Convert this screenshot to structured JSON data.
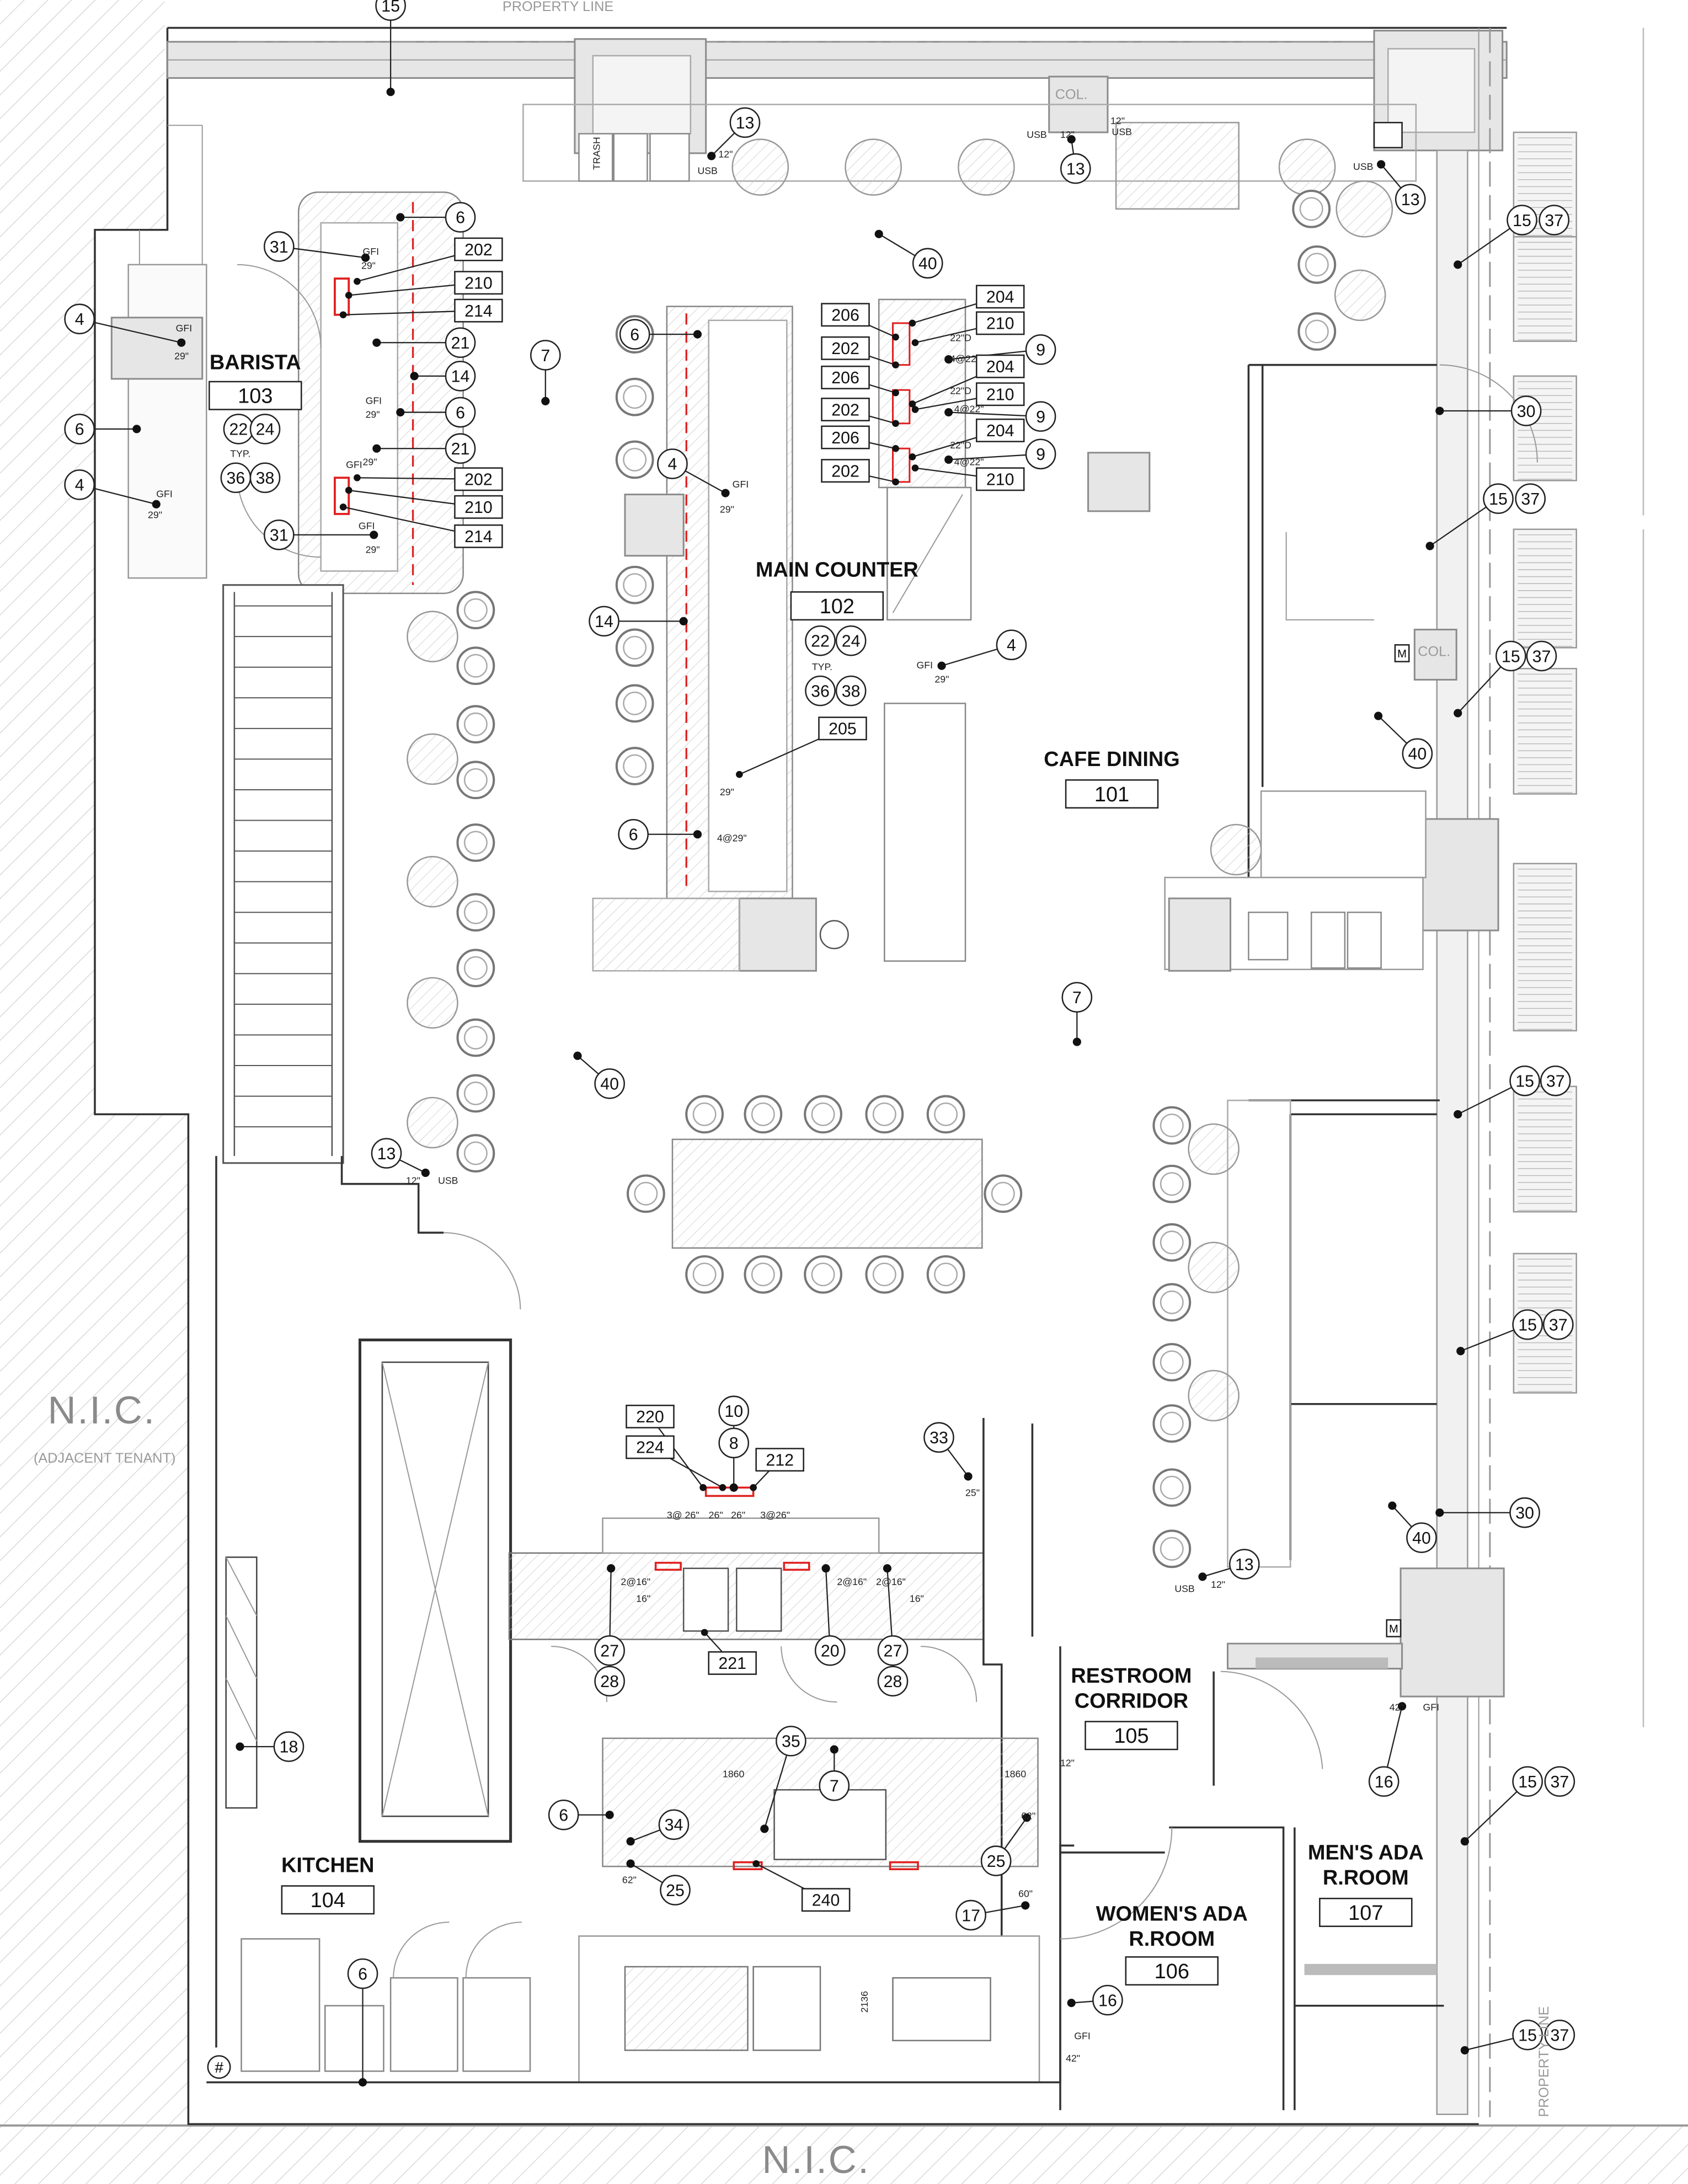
{
  "labels": {
    "property_line_top": "PROPERTY LINE",
    "property_line_right": "PROPERTY LINE",
    "nic_left": "N.I.C.",
    "adjacent_tenant": "(ADJACENT TENANT)",
    "nic_bottom": "N.I.C.",
    "col_1": "COL.",
    "col_2": "COL.",
    "trash": "TRASH",
    "typ": "TYP.",
    "hash_mark": "#",
    "dim_1860": "1860",
    "dim_2136": "2136",
    "meter": "M"
  },
  "rooms": [
    {
      "name": [
        "BARISTA"
      ],
      "number": "103"
    },
    {
      "name": [
        "MAIN COUNTER"
      ],
      "number": "102"
    },
    {
      "name": [
        "CAFE DINING"
      ],
      "number": "101"
    },
    {
      "name": [
        "KITCHEN"
      ],
      "number": "104"
    },
    {
      "name": [
        "RESTROOM",
        "CORRIDOR"
      ],
      "number": "105"
    },
    {
      "name": [
        "WOMEN'S ADA",
        "R.ROOM"
      ],
      "number": "106"
    },
    {
      "name": [
        "MEN'S ADA",
        "R.ROOM"
      ],
      "number": "107"
    }
  ],
  "circle_tags": [
    "15",
    "13",
    "13",
    "13",
    "6",
    "31",
    "40",
    "4",
    "6",
    "21",
    "9",
    "7",
    "14",
    "15",
    "37",
    "6",
    "9",
    "30",
    "6",
    "22",
    "24",
    "21",
    "9",
    "36",
    "38",
    "4",
    "4",
    "15",
    "37",
    "31",
    "14",
    "22",
    "24",
    "4",
    "15",
    "37",
    "36",
    "38",
    "40",
    "6",
    "7",
    "40",
    "15",
    "37",
    "13",
    "15",
    "37",
    "10",
    "8",
    "33",
    "30",
    "40",
    "13",
    "27",
    "28",
    "20",
    "27",
    "28",
    "18",
    "35",
    "7",
    "15",
    "37",
    "16",
    "6",
    "34",
    "25",
    "25",
    "17",
    "6",
    "16",
    "15",
    "37"
  ],
  "box_tags": [
    "202",
    "210",
    "214",
    "202",
    "210",
    "214",
    "204",
    "206",
    "210",
    "202",
    "206",
    "204",
    "210",
    "202",
    "206",
    "204",
    "202",
    "210",
    "205",
    "220",
    "224",
    "212",
    "221",
    "240"
  ],
  "notes": [
    "GFI",
    "29\"",
    "USB",
    "12\"",
    "USB",
    "12\"",
    "USB",
    "12\"",
    "USB",
    "GFI",
    "29\"",
    "GFI",
    "29\"",
    "GFI",
    "29\"",
    "GFI",
    "29\"",
    "GFI",
    "29\"",
    "22\"D",
    "4@22\"",
    "22\"D",
    "4@22\"",
    "22\"D",
    "4@22\"",
    "GFI",
    "29\"",
    "GFI",
    "29\"",
    "29\"",
    "4@29\"",
    "12\"",
    "USB",
    "25\"",
    "3@ 26\"",
    "26\"",
    "26\"",
    "3@26\"",
    "2@16\"",
    "16\"",
    "2@16\"",
    "2@16\"",
    "16\"",
    "12\"",
    "USB",
    "42\"",
    "GFI",
    "12\"",
    "62\"",
    "62\"",
    "60\"",
    "GFI",
    "42\""
  ]
}
